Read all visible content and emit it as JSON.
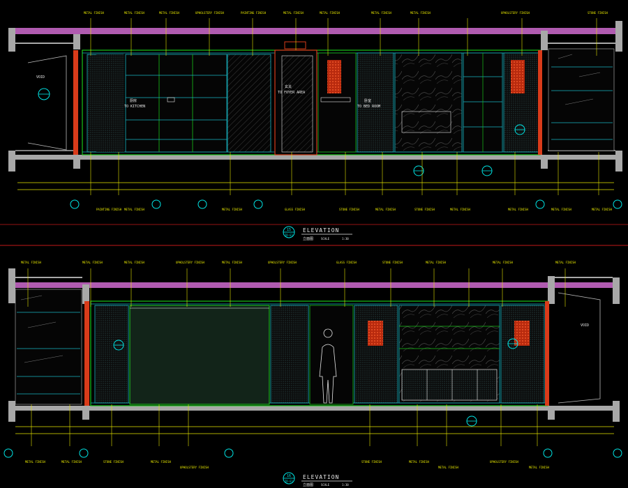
{
  "colors": {
    "background": "#000000",
    "wall": "#a8a8a8",
    "ceiling": "#b05bb0",
    "frame_green": "#19c419",
    "frame_cyan": "#19b6c4",
    "dimension": "#e6e600",
    "callout": "#00e6e6",
    "accent_red": "#d93b1a",
    "separator_red": "#c41919",
    "text_white": "#e8e8e8"
  },
  "top_elevation": {
    "title": "ELEVATION",
    "title_zh": "立面图",
    "scale_label": "SCALE",
    "scale_value": "1:30",
    "marker_num": "15",
    "marker_ref": "ID-E1",
    "room_labels": [
      {
        "zh": "厨房",
        "en": "TO KITCHEN"
      },
      {
        "zh": "玄关",
        "en": "TO FOYER AREA"
      },
      {
        "zh": "卧室",
        "en": "TO BED ROOM"
      }
    ],
    "void_label": "VOID",
    "callouts_top": [
      "METAL FINISH",
      "METAL FINISH",
      "METAL FINISH",
      "UPHOLSTERY FINISH",
      "PAINTING FINISH",
      "METAL FINISH",
      "METAL FINISH",
      "METAL FINISH",
      "METAL FINISH",
      "UPHOLSTERY FINISH",
      "STONE FINISH"
    ],
    "callouts_bottom": [
      "PAINTING FINISH",
      "METAL FINISH",
      "METAL FINISH",
      "GLASS FINISH",
      "STONE FINISH",
      "METAL FINISH",
      "STONE FINISH",
      "METAL FINISH",
      "METAL FINISH",
      "METAL FINISH",
      "METAL FINISH"
    ]
  },
  "bottom_elevation": {
    "title": "ELEVATION",
    "title_zh": "立面图",
    "scale_label": "SCALE",
    "scale_value": "1:30",
    "marker_num": "16",
    "marker_ref": "ID-E1",
    "void_label": "VOID",
    "callouts_top": [
      "METAL FINISH",
      "METAL FINISH",
      "METAL FINISH",
      "UPHOLSTERY FINISH",
      "METAL FINISH",
      "UPHOLSTERY FINISH",
      "GLASS FINISH",
      "STONE FINISH",
      "METAL FINISH",
      "METAL FINISH",
      "METAL FINISH"
    ],
    "callouts_bottom": [
      "METAL FINISH",
      "METAL FINISH",
      "STONE FINISH",
      "METAL FINISH",
      "UPHOLSTERY FINISH",
      "STONE FINISH",
      "METAL FINISH",
      "METAL FINISH",
      "UPHOLSTERY FINISH",
      "METAL FINISH"
    ]
  }
}
